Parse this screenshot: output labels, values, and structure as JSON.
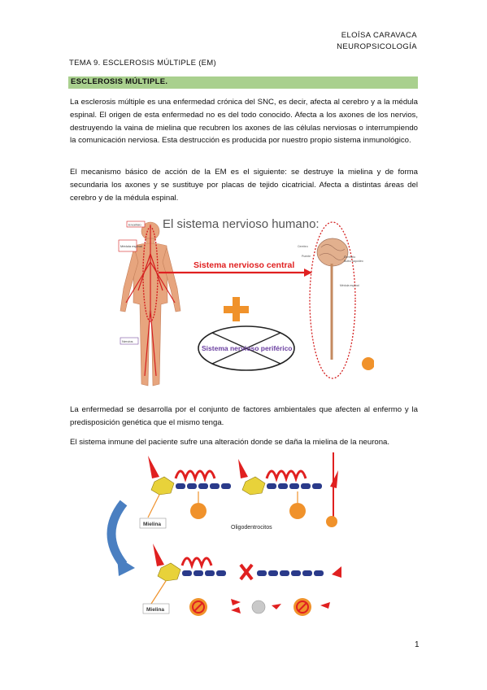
{
  "header": {
    "author": "ELOÍSA CARAVACA",
    "subject": "NEUROPSICOLOGÍA"
  },
  "topic": "TEMA 9. ESCLEROSIS MÚLTIPLE (EM)",
  "section_title": "ESCLEROSIS MÚLTIPLE.",
  "paragraphs": {
    "p1": "La esclerosis múltiple es una enfermedad crónica del SNC, es decir, afecta al cerebro y a la médula espinal. El origen de esta enfermedad no es del todo conocido. Afecta a los axones de los nervios, destruyendo la vaina de mielina que recubren los axones de las células nerviosas o interrumpiendo la comunicación nerviosa. Esta destrucción es producida por nuestro propio sistema inmunológico.",
    "p2": "El mecanismo básico de acción de la EM es el siguiente: se destruye la mielina y de forma secundaria los axones y se sustituye por placas de tejido cicatricial. Afecta a distintas áreas del cerebro y de la médula espinal.",
    "p3": "La enfermedad se desarrolla por el conjunto de factores ambientales que afecten al enfermo y la predisposición genética que el mismo tenga.",
    "p4": "El sistema inmune del paciente sufre una alteración donde se daña la mielina de la neurona."
  },
  "figure1": {
    "title": "El sistema nervioso humano:",
    "arrow_label": "Sistema nervioso central",
    "periferico_label": "Sistema nervioso periférico",
    "small_labels": {
      "encefalo": "Encéfalo",
      "medula": "Médula espinal",
      "nervios": "Nervios",
      "cerebro": "Cerebro",
      "puente": "Puente",
      "cerebelo": "Cerebelo",
      "bulbo": "Bulbo raquídeo",
      "medula_right": "Médula espinal"
    }
  },
  "figure2": {
    "mielina_label_1": "Mielina",
    "mielina_label_2": "Mielina",
    "oligo_label": "Oligodentrocitos"
  },
  "page_number": "1",
  "colors": {
    "band": "#a9d08e",
    "accent_red": "#e02020",
    "orange": "#f0922b",
    "arrow_blue": "#4a7fc1"
  }
}
